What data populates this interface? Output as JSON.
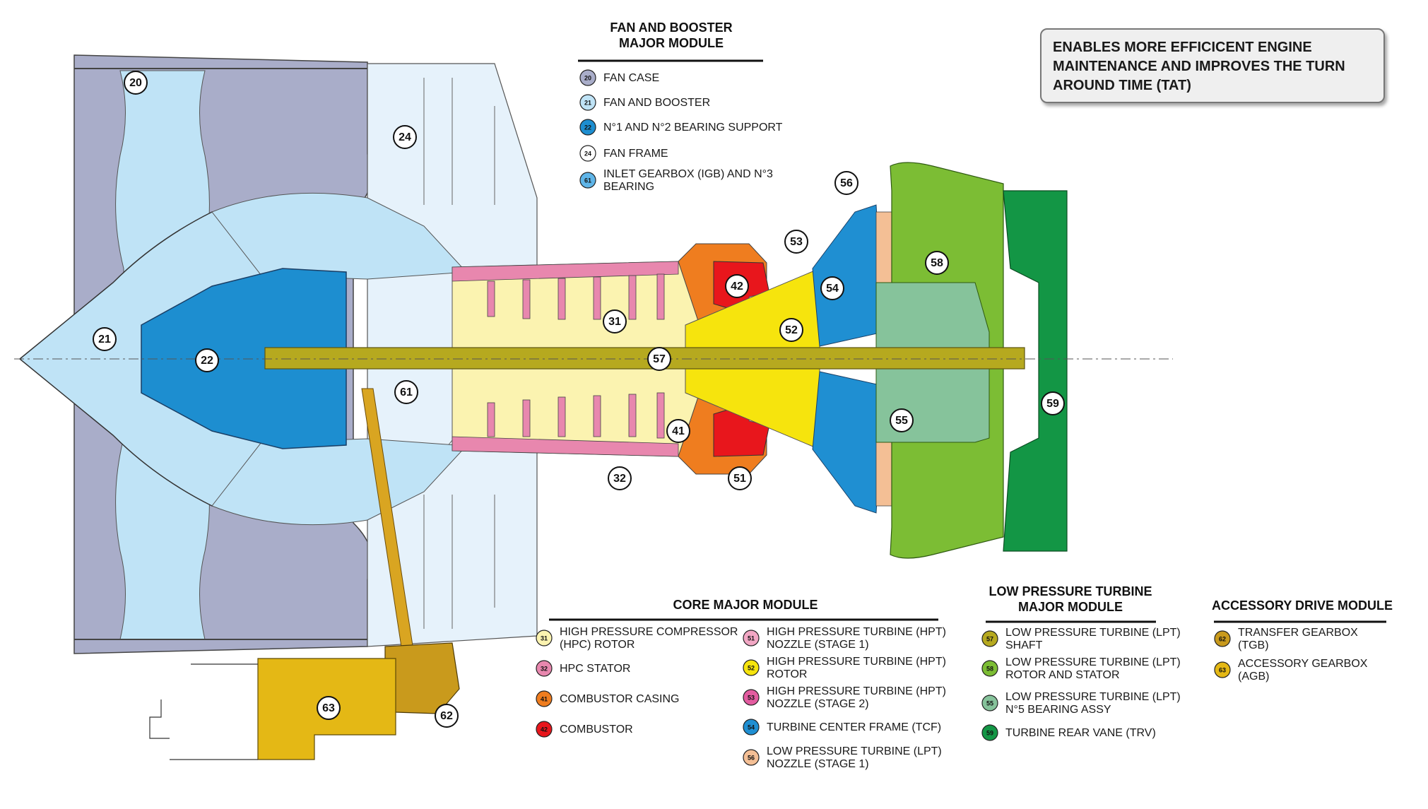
{
  "callout": {
    "lines": [
      "ENABLES MORE EFFICICENT ENGINE",
      "MAINTENANCE AND IMPROVES THE TURN",
      "AROUND TIME (TAT)"
    ]
  },
  "fan_module": {
    "title_lines": [
      "FAN AND BOOSTER",
      "MAJOR MODULE"
    ],
    "items": [
      {
        "num": "20",
        "color": "#a9adc9",
        "lines": [
          "FAN CASE"
        ]
      },
      {
        "num": "21",
        "color": "#bfe3f6",
        "lines": [
          "FAN AND BOOSTER"
        ]
      },
      {
        "num": "22",
        "color": "#1d8ed0",
        "lines": [
          "N°1 AND N°2 BEARING SUPPORT"
        ]
      },
      {
        "num": "24",
        "color": "#ffffff",
        "lines": [
          "FAN FRAME"
        ]
      },
      {
        "num": "61",
        "color": "#5fb5e8",
        "lines": [
          "INLET GEARBOX (IGB) AND N°3",
          "BEARING"
        ]
      }
    ]
  },
  "core_module": {
    "title": "CORE MAJOR MODULE",
    "col1": [
      {
        "num": "31",
        "color": "#fbf3b0",
        "lines": [
          "HIGH PRESSURE COMPRESSOR",
          "(HPC) ROTOR"
        ]
      },
      {
        "num": "32",
        "color": "#e887ae",
        "lines": [
          "HPC STATOR"
        ]
      },
      {
        "num": "41",
        "color": "#ef7d1f",
        "lines": [
          "COMBUSTOR CASING"
        ]
      },
      {
        "num": "42",
        "color": "#e8161c",
        "lines": [
          "COMBUSTOR"
        ]
      }
    ],
    "col2": [
      {
        "num": "51",
        "color": "#f2a7c4",
        "lines": [
          "HIGH PRESSURE TURBINE (HPT)",
          "NOZZLE (STAGE 1)"
        ]
      },
      {
        "num": "52",
        "color": "#f6e40d",
        "lines": [
          "HIGH PRESSURE TURBINE (HPT)",
          "ROTOR"
        ]
      },
      {
        "num": "53",
        "color": "#e35ca0",
        "lines": [
          "HIGH PRESSURE TURBINE (HPT)",
          "NOZZLE (STAGE 2)"
        ]
      },
      {
        "num": "54",
        "color": "#1f8fd2",
        "lines": [
          "TURBINE CENTER FRAME (TCF)"
        ]
      },
      {
        "num": "56",
        "color": "#f4bf95",
        "lines": [
          "LOW PRESSURE TURBINE (LPT)",
          "NOZZLE (STAGE 1)"
        ]
      }
    ]
  },
  "lpt_module": {
    "title_lines": [
      "LOW PRESSURE TURBINE",
      "MAJOR MODULE"
    ],
    "items": [
      {
        "num": "57",
        "color": "#b6a91f",
        "lines": [
          "LOW PRESSURE TURBINE (LPT)",
          "SHAFT"
        ]
      },
      {
        "num": "58",
        "color": "#7cbd34",
        "lines": [
          "LOW PRESSURE TURBINE (LPT)",
          "ROTOR AND STATOR"
        ]
      },
      {
        "num": "55",
        "color": "#86c39b",
        "lines": [
          "LOW PRESSURE TURBINE (LPT)",
          "N°5 BEARING ASSY"
        ]
      },
      {
        "num": "59",
        "color": "#139645",
        "lines": [
          "TURBINE REAR VANE (TRV)"
        ]
      }
    ]
  },
  "accessory_module": {
    "title": "ACCESSORY DRIVE MODULE",
    "items": [
      {
        "num": "62",
        "color": "#c99a1c",
        "lines": [
          "TRANSFER GEARBOX",
          "(TGB)"
        ]
      },
      {
        "num": "63",
        "color": "#e4b815",
        "lines": [
          "ACCESSORY GEARBOX",
          "(AGB)"
        ]
      }
    ]
  },
  "diagram_callouts": [
    "20",
    "21",
    "22",
    "24",
    "31",
    "32",
    "41",
    "42",
    "51",
    "52",
    "53",
    "54",
    "55",
    "56",
    "57",
    "58",
    "59",
    "61",
    "62",
    "63"
  ],
  "colors": {
    "fan_case": "#a9adc9",
    "fan_booster": "#bfe3f6",
    "fan_frame": "#e6f2fb",
    "bearing_support": "#1d8ed0",
    "hpc_rotor": "#fbf3b0",
    "hpc_stator": "#e887ae",
    "combustor_casing": "#ef7d1f",
    "combustor": "#e8161c",
    "hpt_rotor": "#f6e40d",
    "tcf": "#1f8fd2",
    "lpt_nozzle": "#f4bf95",
    "lpt_shaft": "#b6a91f",
    "lpt_rotor": "#7cbd34",
    "bearing5": "#86c39b",
    "trv": "#139645",
    "tgb": "#c99a1c",
    "agb": "#e4b815"
  }
}
